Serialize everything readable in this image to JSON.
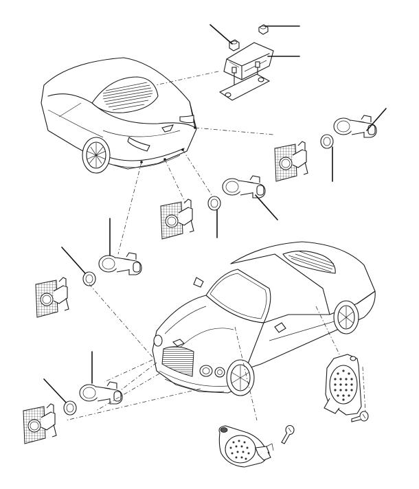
{
  "diagram": {
    "background": "#ffffff",
    "line_color": "#1a1a1a",
    "components": [
      "parking-control-module",
      "mounting-nut",
      "mounting-bracket",
      "rear-outer-parking-sensor",
      "rear-inner-parking-sensor",
      "front-outer-parking-sensor",
      "front-inner-parking-sensor",
      "sensor-sealing-ring",
      "sensor-mounting-bracket",
      "warning-buzzer-rear",
      "warning-buzzer-front",
      "buzzer-screw"
    ]
  }
}
